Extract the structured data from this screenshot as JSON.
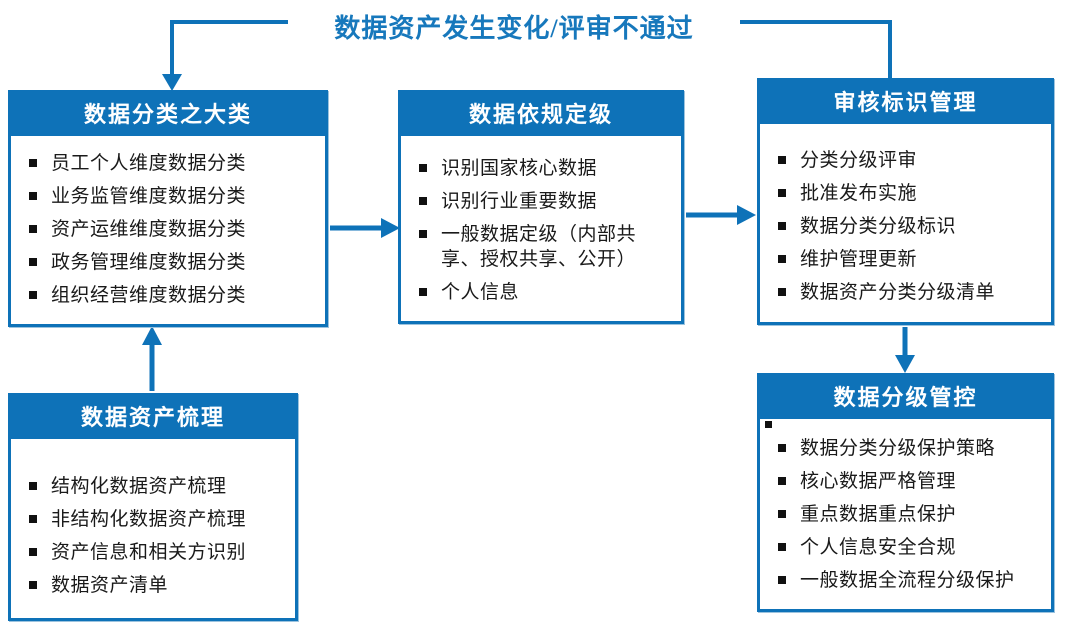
{
  "diagram": {
    "title": "数据资产发生变化/评审不通过",
    "colors": {
      "primary_blue": "#0E72B8",
      "title_text_blue": "#1778BC",
      "body_text": "#1A1A1A",
      "background": "#FFFFFF"
    },
    "boxes": [
      {
        "id": "classify",
        "header": "数据分类之大类",
        "items": [
          "员工个人维度数据分类",
          "业务监管维度数据分类",
          "资产运维维度数据分类",
          "政务管理维度数据分类",
          "组织经营维度数据分类"
        ]
      },
      {
        "id": "grading",
        "header": "数据依规定级",
        "items": [
          "识别国家核心数据",
          "识别行业重要数据",
          "一般数据定级（内部共享、授权共享、公开）",
          "个人信息"
        ]
      },
      {
        "id": "review",
        "header": "审核标识管理",
        "items": [
          "分类分级评审",
          "批准发布实施",
          "数据分类分级标识",
          "维护管理更新",
          "数据资产分类分级清单"
        ]
      },
      {
        "id": "sorting",
        "header": "数据资产梳理",
        "items": [
          "结构化数据资产梳理",
          "非结构化数据资产梳理",
          "资产信息和相关方识别",
          "数据资产清单"
        ]
      },
      {
        "id": "control",
        "header": "数据分级管控",
        "items": [
          "数据分类分级保护策略",
          "核心数据严格管理",
          "重点数据重点保护",
          "个人信息安全合规",
          "一般数据全流程分级保护"
        ]
      }
    ],
    "flow": {
      "feedback_loop": "审核标识管理 → 数据分类之大类",
      "forward_1": "数据资产梳理 → 数据分类之大类",
      "forward_2": "数据分类之大类 → 数据依规定级",
      "forward_3": "数据依规定级 → 审核标识管理",
      "forward_4": "审核标识管理 → 数据分级管控"
    }
  }
}
